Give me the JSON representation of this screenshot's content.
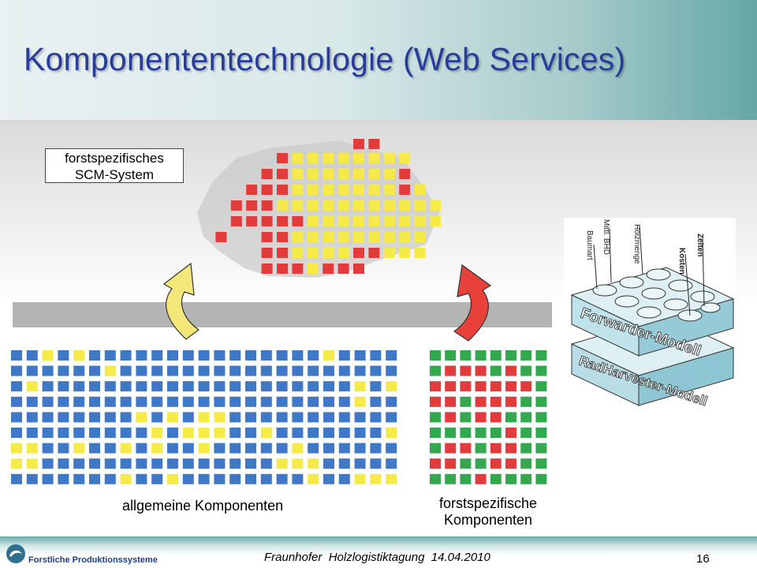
{
  "slide": {
    "title": "Komponententechnologie (Web Services)",
    "scm_box": {
      "line1": "forstspezifisches",
      "line2": "SCM-System"
    },
    "label_general": "allgemeine Komponenten",
    "label_specific": {
      "line1": "forstspezifische",
      "line2": "Komponenten"
    },
    "arrow_left_color": "#f4e77a",
    "arrow_right_color": "#e8413a"
  },
  "lego": {
    "top_block": "Forwarder-Modell",
    "bottom_block": "RadHarvester-Modell",
    "top_block_color": "#bfe3ea",
    "labels": [
      "Baumart",
      "Mittl. BHD",
      "Holzmenge",
      "Kosten",
      "Zeiten"
    ]
  },
  "colors": {
    "blue": "#3f78c6",
    "yellow": "#f5ea48",
    "red": "#e23b3b",
    "green": "#33a84f",
    "teal": "#5ea8a6"
  },
  "footer": {
    "left": "Forstliche Produktionssysteme",
    "center": "Fraunhofer  Holzlogistiktagung  14.04.2010",
    "page": "16"
  }
}
